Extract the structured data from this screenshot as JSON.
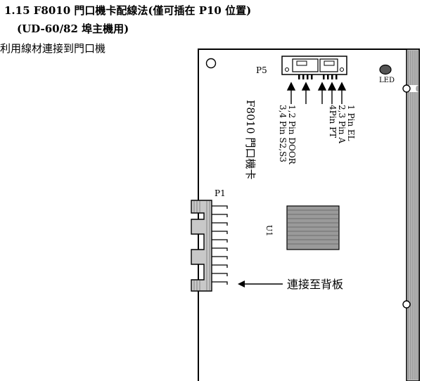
{
  "document": {
    "heading": "1.15  F8010  門口機卡配線法(僅可插在 P10 位置)",
    "subheading": "(UD-60/82 埠主機用)",
    "intro": "利用線材連接到門口機"
  },
  "board": {
    "p5_label": "P5",
    "led_label": "LED",
    "p1_label": "P1",
    "u1_label": "U1",
    "card_name": "F8010  門口機卡",
    "pin_desc_1": "1,2 Pin  DOOR",
    "pin_desc_2": "3,4 Pin  S2,S3",
    "pin_desc_3": "1 Pin EL",
    "pin_desc_4": "2,3 Pin A",
    "pin_desc_5": "4Pin PT",
    "backplane_note": "連接至背板"
  }
}
